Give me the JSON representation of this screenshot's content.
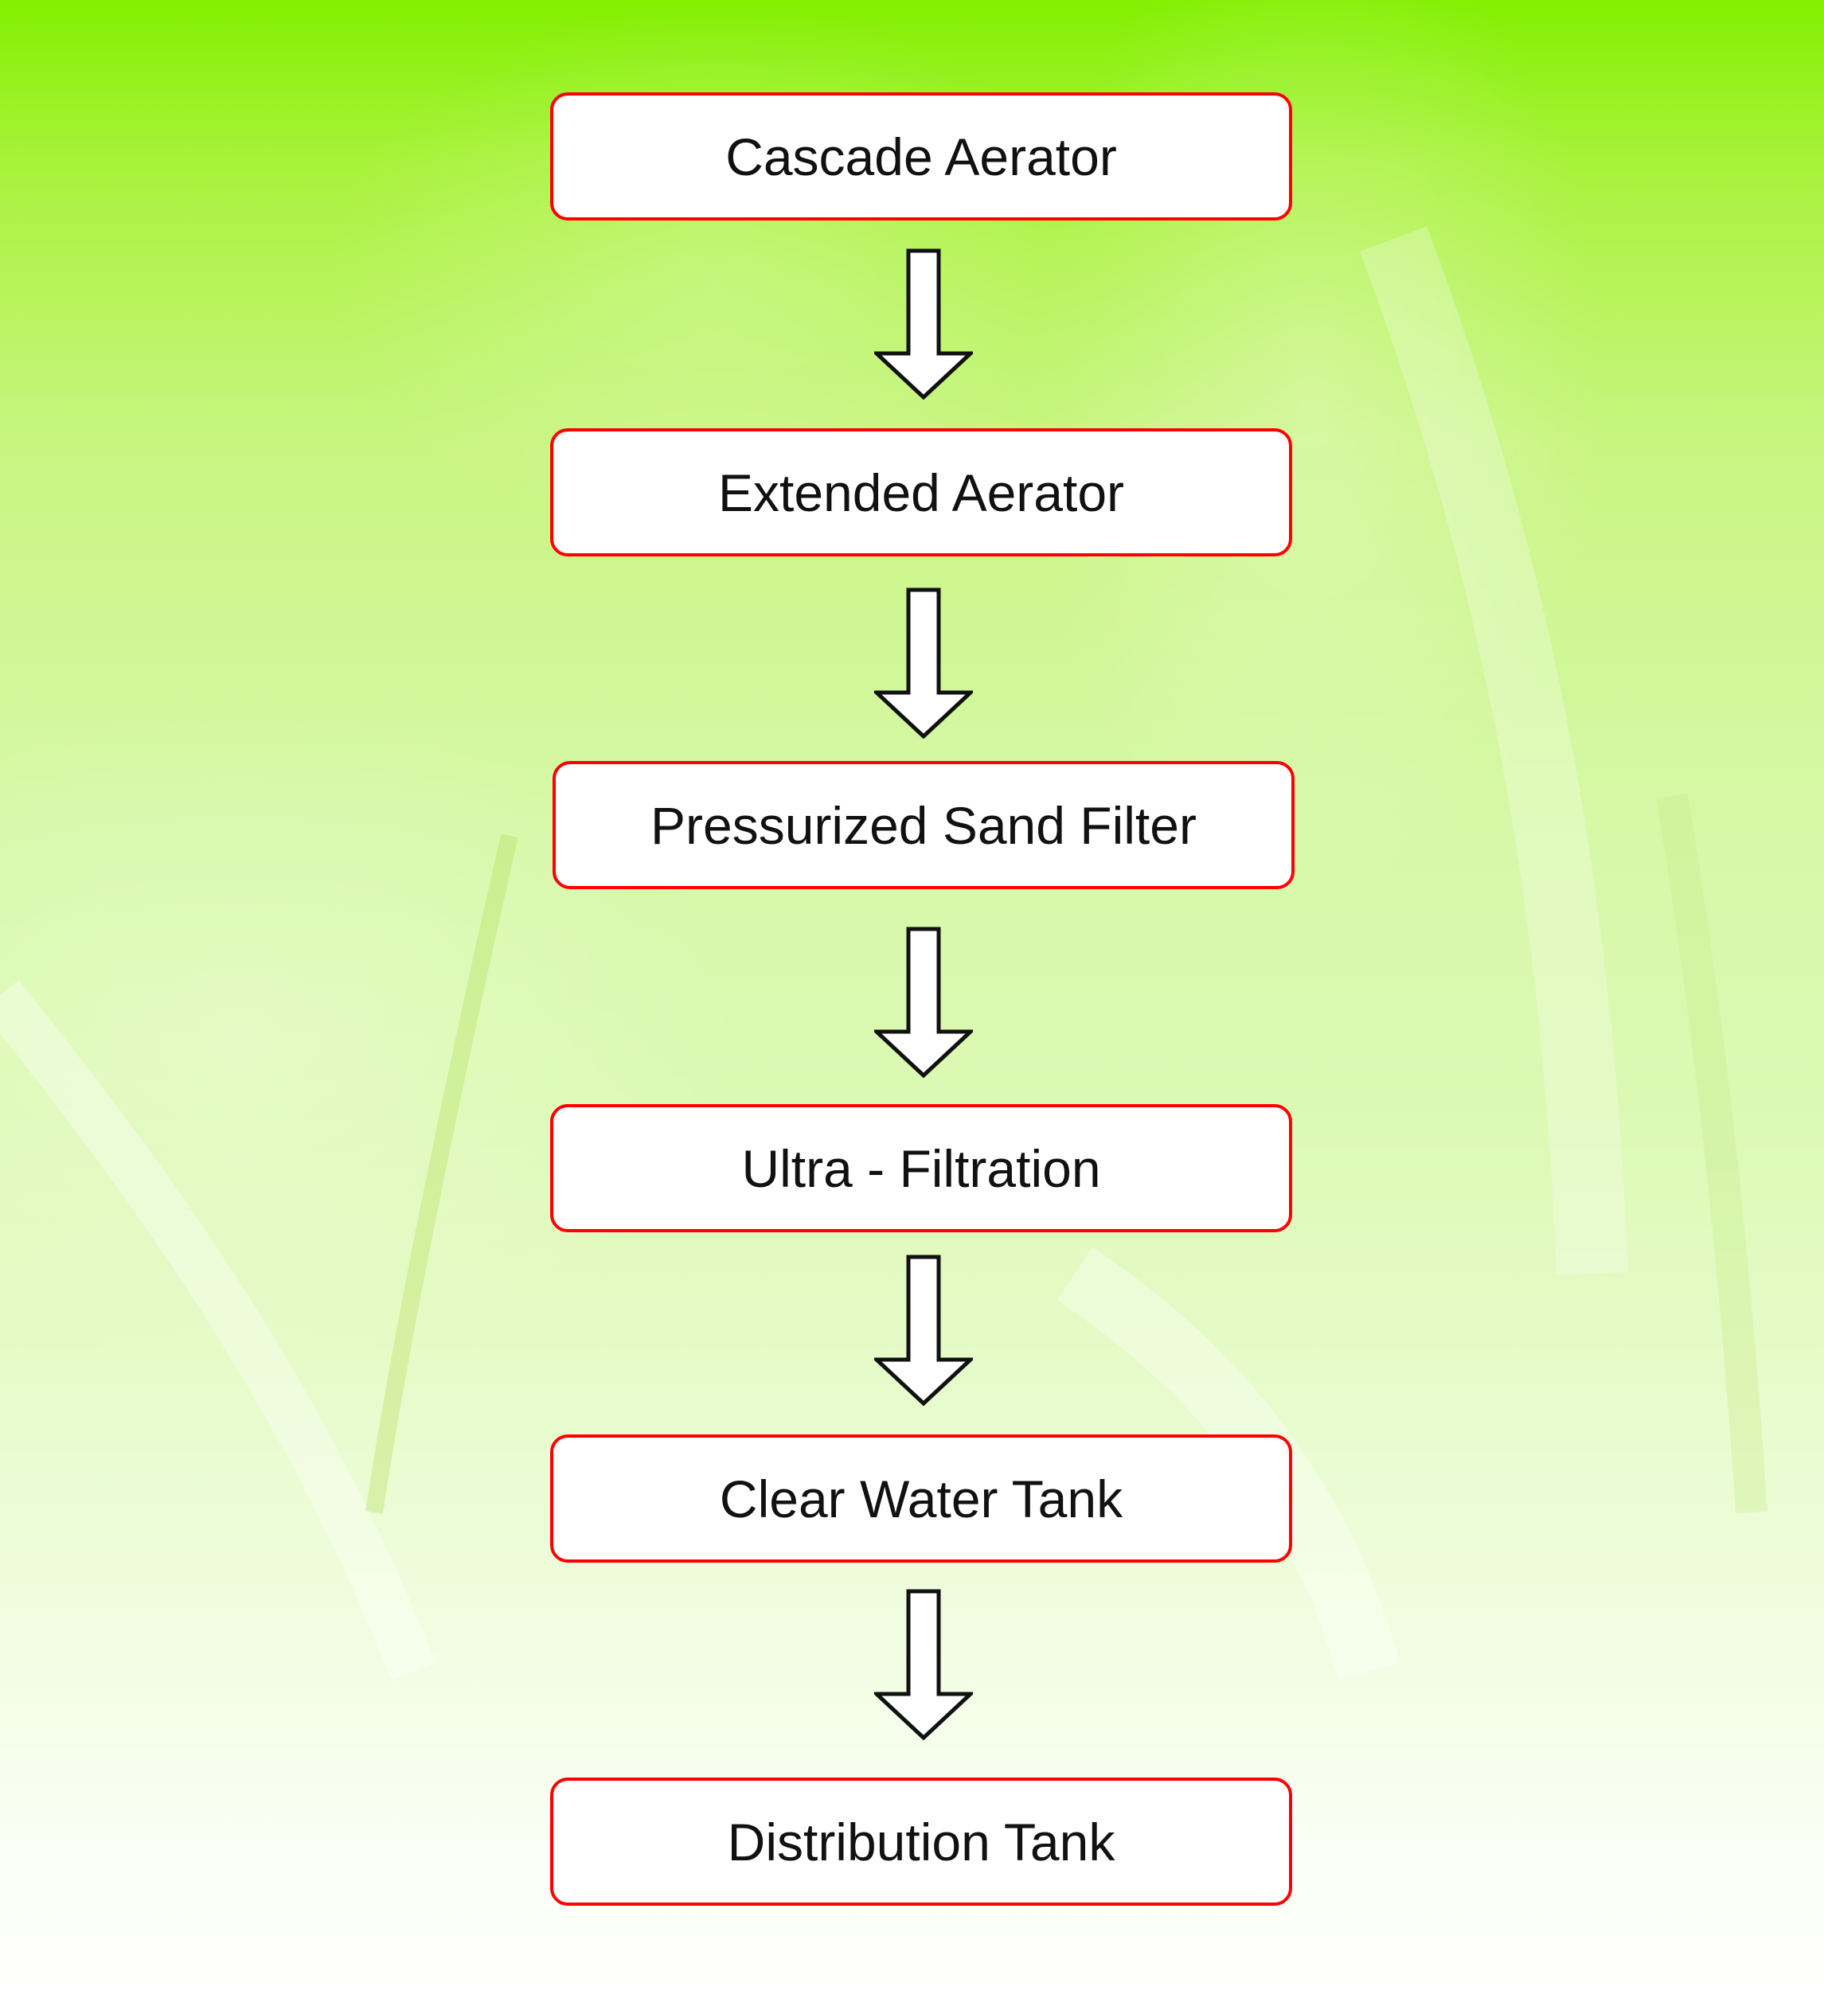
{
  "diagram": {
    "steps": [
      {
        "label": "Cascade Aerator"
      },
      {
        "label": "Extended Aerator"
      },
      {
        "label": "Pressurized Sand Filter"
      },
      {
        "label": "Ultra - Filtration"
      },
      {
        "label": "Clear Water Tank"
      },
      {
        "label": "Distribution Tank"
      }
    ],
    "arrow_count": 5,
    "arrow_direction": "down"
  },
  "colors": {
    "box_border": "#ff0000",
    "box_fill": "#ffffff",
    "text": "#111111",
    "arrow_stroke": "#111111",
    "arrow_fill": "#ffffff",
    "background_top": "#82f000",
    "background_bottom": "#ffffff"
  }
}
